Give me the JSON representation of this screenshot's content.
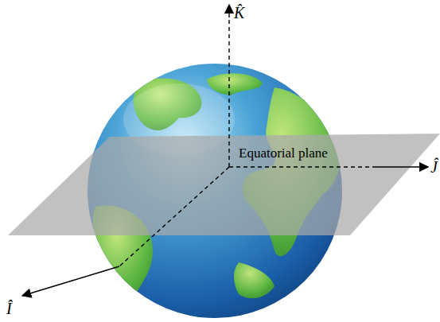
{
  "diagram": {
    "labels": [
      "K̂",
      "Equatorial plane",
      "Ĵ",
      "Î"
    ]
  }
}
